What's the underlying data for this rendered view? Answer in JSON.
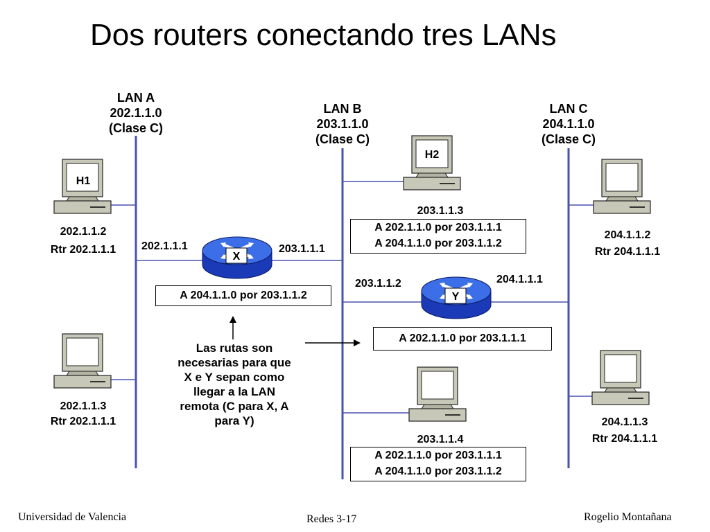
{
  "title": "Dos routers conectando tres LANs",
  "lans": [
    {
      "name": "LAN A",
      "network": "202.1.1.0",
      "class": "(Clase C)"
    },
    {
      "name": "LAN B",
      "network": "203.1.1.0",
      "class": "(Clase C)"
    },
    {
      "name": "LAN C",
      "network": "204.1.1.0",
      "class": "(Clase C)"
    }
  ],
  "hosts": {
    "h1": {
      "label": "H1",
      "ip": "202.1.1.2",
      "router": "Rtr 202.1.1.1"
    },
    "a2": {
      "ip": "202.1.1.3",
      "router": "Rtr 202.1.1.1"
    },
    "h2": {
      "label": "H2",
      "ip": "203.1.1.3"
    },
    "b4": {
      "ip": "203.1.1.4"
    },
    "c2": {
      "ip": "204.1.1.2",
      "router": "Rtr 204.1.1.1"
    },
    "c3": {
      "ip": "204.1.1.3",
      "router": "Rtr 204.1.1.1"
    }
  },
  "routers": {
    "x": {
      "label": "X",
      "left_ip": "202.1.1.1",
      "right_ip": "203.1.1.1"
    },
    "y": {
      "label": "Y",
      "left_ip": "203.1.1.2",
      "right_ip": "204.1.1.1"
    }
  },
  "routes": {
    "h2_line1": "A 202.1.1.0 por 203.1.1.1",
    "h2_line2": "A 204.1.1.0 por 203.1.1.2",
    "x_route": "A 204.1.1.0 por 203.1.1.2",
    "y_route": "A 202.1.1.0 por 203.1.1.1",
    "b4_line1": "A 202.1.1.0 por 203.1.1.1",
    "b4_line2": "A 204.1.1.0 por 203.1.1.2"
  },
  "note": "Las rutas son necesarias para que X e Y sepan como llegar a la LAN remota (C para X, A para Y)",
  "footer": {
    "left": "Universidad de Valencia",
    "center": "Redes 3-17",
    "right": "Rogelio Montañana"
  },
  "colors": {
    "bus": "#4a52b0",
    "router_body": "#1a3ab8",
    "router_top": "#3c6ee8",
    "computer": "#c8c8b8",
    "computer_shade": "#a8a898"
  }
}
